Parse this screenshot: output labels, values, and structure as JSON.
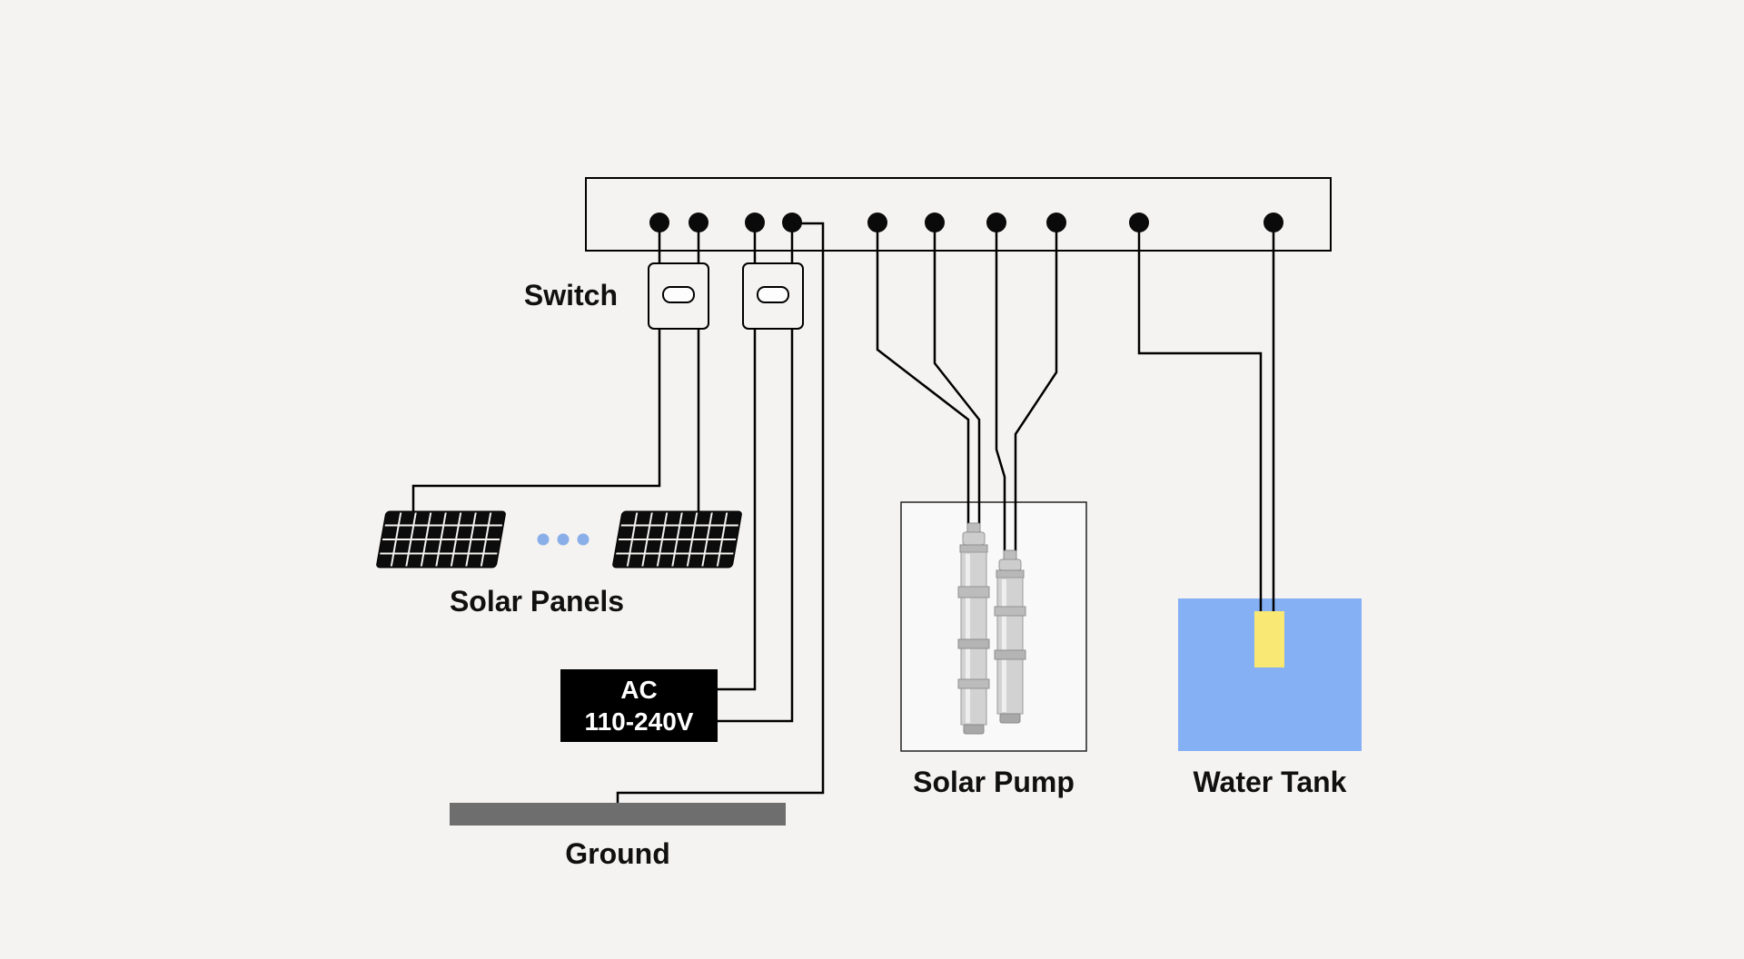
{
  "labels": {
    "switch": "Switch",
    "solar_panels": "Solar Panels",
    "ac_line1": "AC",
    "ac_line2": "110-240V",
    "ground": "Ground",
    "solar_pump": "Solar Pump",
    "water_tank": "Water Tank"
  },
  "colors": {
    "background": "#f5f3f1",
    "wire": "#000000",
    "terminal_dot": "#0a0a0a",
    "tank_blue": "#86b0f4",
    "float_yellow": "#f9e874",
    "ground_gray": "#6e6e6e",
    "ellipsis_blue": "#8aafe8",
    "ac_box_background": "#000000",
    "ac_box_text": "#ffffff",
    "pump_box_background": "#f9f9f9",
    "panel_black": "#0c0c0c"
  },
  "counts": {
    "bus_terminals": 10,
    "switches": 2,
    "solar_panels_shown": 2,
    "pumps_shown": 2
  }
}
